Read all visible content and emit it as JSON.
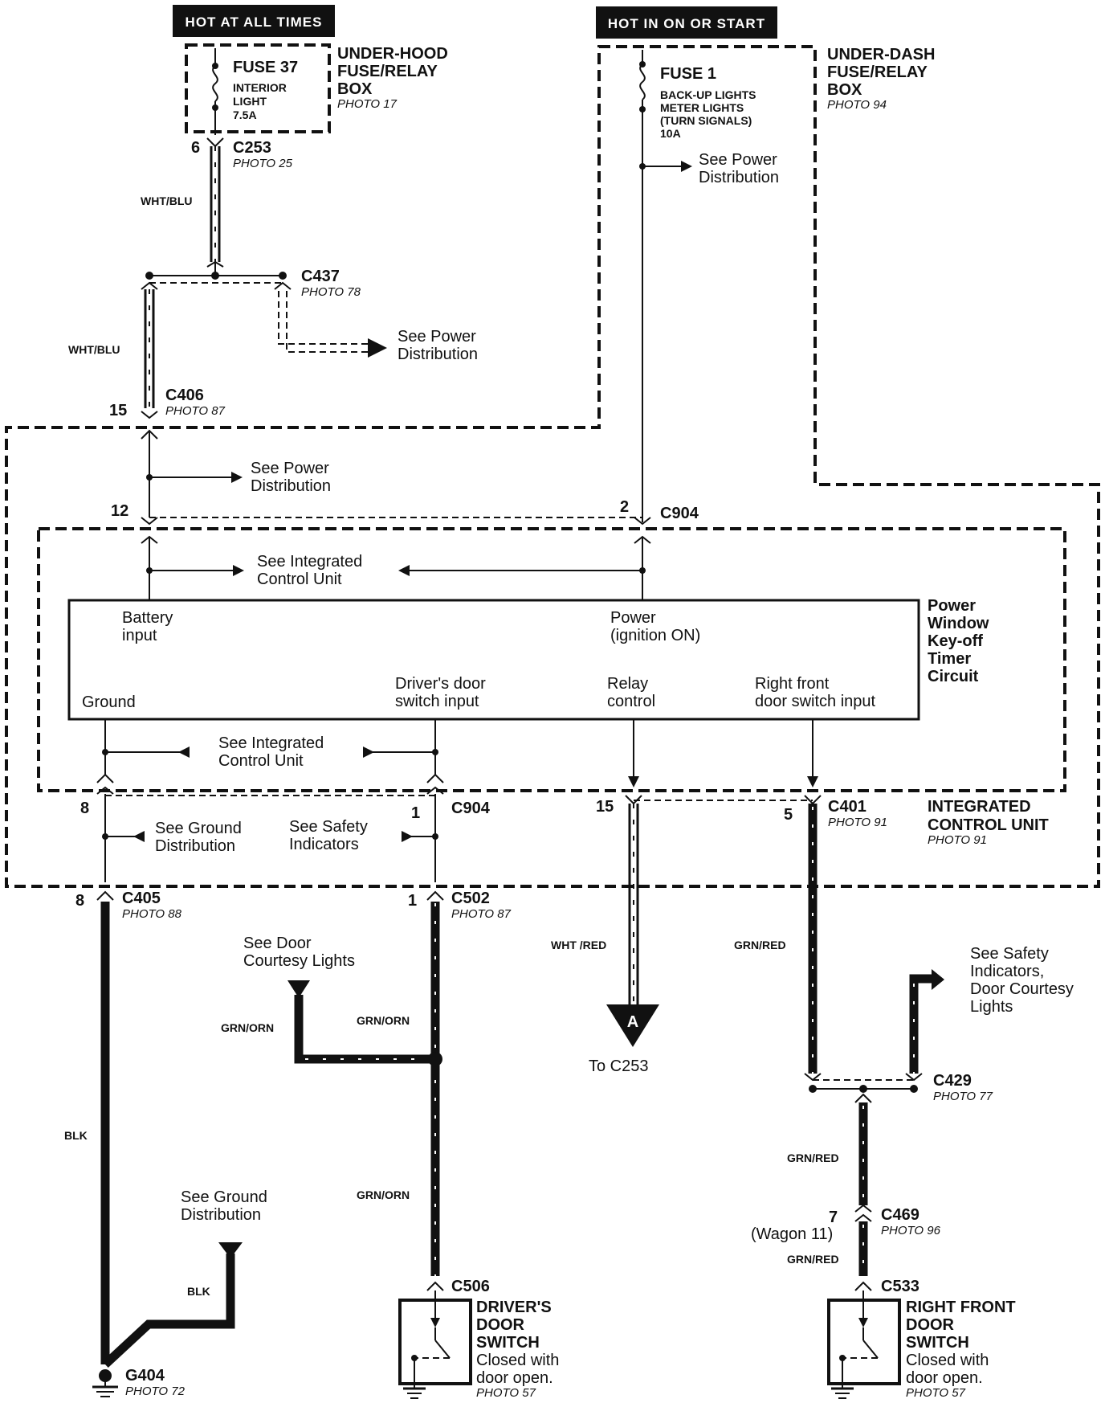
{
  "headers": {
    "hot_at_all_times": "HOT AT ALL TIMES",
    "hot_in_on_or_start": "HOT IN ON OR START"
  },
  "boxes": {
    "underhood": {
      "line1": "UNDER-HOOD",
      "line2": "FUSE/RELAY",
      "line3": "BOX",
      "photo": "PHOTO 17"
    },
    "underdash": {
      "line1": "UNDER-DASH",
      "line2": "FUSE/RELAY",
      "line3": "BOX",
      "photo": "PHOTO 94"
    },
    "icu": {
      "line1": "INTEGRATED",
      "line2": "CONTROL UNIT",
      "photo": "PHOTO 91"
    }
  },
  "fuses": {
    "fuse37": {
      "name": "FUSE 37",
      "desc1": "INTERIOR",
      "desc2": "LIGHT",
      "rating": "7.5A"
    },
    "fuse1": {
      "name": "FUSE 1",
      "desc1": "BACK-UP LIGHTS",
      "desc2": "METER LIGHTS",
      "desc3": "(TURN SIGNALS)",
      "rating": "10A"
    }
  },
  "connectors": {
    "c253": {
      "name": "C253",
      "photo": "PHOTO 25",
      "pin": "6"
    },
    "c437": {
      "name": "C437",
      "photo": "PHOTO 78"
    },
    "c406": {
      "name": "C406",
      "photo": "PHOTO 87",
      "pin": "15"
    },
    "c904_top": {
      "name": "C904",
      "pin_left": "12",
      "pin_right": "2"
    },
    "c904_bottom": {
      "name": "C904",
      "pin_left": "8",
      "pin_right": "1"
    },
    "c405": {
      "name": "C405",
      "photo": "PHOTO 88",
      "pin": "8"
    },
    "c502": {
      "name": "C502",
      "photo": "PHOTO 87",
      "pin": "1"
    },
    "c401": {
      "name": "C401",
      "photo": "PHOTO 91",
      "pin": "5",
      "pin_relay": "15"
    },
    "c429": {
      "name": "C429",
      "photo": "PHOTO 77"
    },
    "c469": {
      "name": "C469",
      "photo": "PHOTO 96",
      "pin": "7",
      "pin_wagon": "(Wagon 11)"
    },
    "c506": {
      "name": "C506"
    },
    "c533": {
      "name": "C533"
    },
    "g404": {
      "name": "G404",
      "photo": "PHOTO 72"
    }
  },
  "wires": {
    "wht_blu": "WHT/BLU",
    "wht_red": "WHT /RED",
    "grn_red": "GRN/RED",
    "grn_orn": "GRN/ORN",
    "blk": "BLK"
  },
  "references": {
    "see_power_distribution_1": "See Power",
    "see_power_distribution_2": "Distribution",
    "see_icu_1": "See Integrated",
    "see_icu_2": "Control Unit",
    "see_ground_1": "See Ground",
    "see_ground_2": "Distribution",
    "see_safety_1": "See Safety",
    "see_safety_2": "Indicators",
    "see_door_1": "See Door",
    "see_door_2": "Courtesy Lights",
    "see_safety_door_1": "See Safety",
    "see_safety_door_2": "Indicators,",
    "see_safety_door_3": "Door Courtesy",
    "see_safety_door_4": "Lights",
    "to_c253": "To C253",
    "marker_a": "A"
  },
  "module": {
    "battery_input_1": "Battery",
    "battery_input_2": "input",
    "power_1": "Power",
    "power_2": "(ignition ON)",
    "ground": "Ground",
    "driver_switch_1": "Driver's door",
    "driver_switch_2": "switch input",
    "relay_1": "Relay",
    "relay_2": "control",
    "right_switch_1": "Right front",
    "right_switch_2": "door switch input",
    "title_1": "Power",
    "title_2": "Window",
    "title_3": "Key-off",
    "title_4": "Timer",
    "title_5": "Circuit"
  },
  "switches": {
    "driver": {
      "line1": "DRIVER'S",
      "line2": "DOOR",
      "line3": "SWITCH",
      "note1": "Closed with",
      "note2": "door open.",
      "photo": "PHOTO 57"
    },
    "right": {
      "line1": "RIGHT FRONT",
      "line2": "DOOR",
      "line3": "SWITCH",
      "note1": "Closed with",
      "note2": "door open.",
      "photo": "PHOTO 57"
    }
  }
}
